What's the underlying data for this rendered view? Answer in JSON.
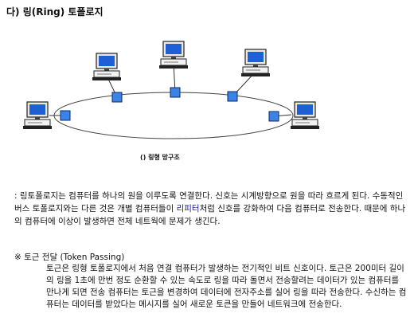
{
  "heading": "다) 링(Ring) 토폴로지",
  "caption": "() 링형 망구조",
  "description": {
    "before_link": ": 링토폴로지는 컴퓨터를 하나의 원을 이루도록 연결한다. 신호는 시계방향으로 원을 따라 흐르게 된다. 수동적인 버스 토폴로지와는 다른 것은 개별 컴퓨터들이 ",
    "link": "리피터",
    "after_link": "처럼 신호를 강화하여 다음 컴퓨터로 전송한다. 때문에 하나의 컴퓨터에 이상이 발생하면 전체 네트웍에 문제가 생긴다."
  },
  "token": {
    "title": "※ 토근 전달 (Token Passing)",
    "body": "토근은 링형 토폴로지에서 처음 연결 컴퓨터가 발생하는 전기적인 비트 신호이다. 토근은 200미터 길이의 링을 1초에 만번 정도 순환할 수 있는 속도로 링을 따라 돌면서 전송할려는 데이터가 있는 컴퓨터를 만나게 되면 전송 컴퓨터는 토근을 변경하여 데이터에 전자주소를 실어 링을 따라 전송한다. 수신하는 컴퓨터는 데이터를 받았다는 메시지를 실어 새로운 토큰을 만들어 네트워크에 전송한다."
  },
  "colors": {
    "node": "#3b84e6",
    "screen": "#1f5fd6",
    "link": "#1a1aa6"
  }
}
